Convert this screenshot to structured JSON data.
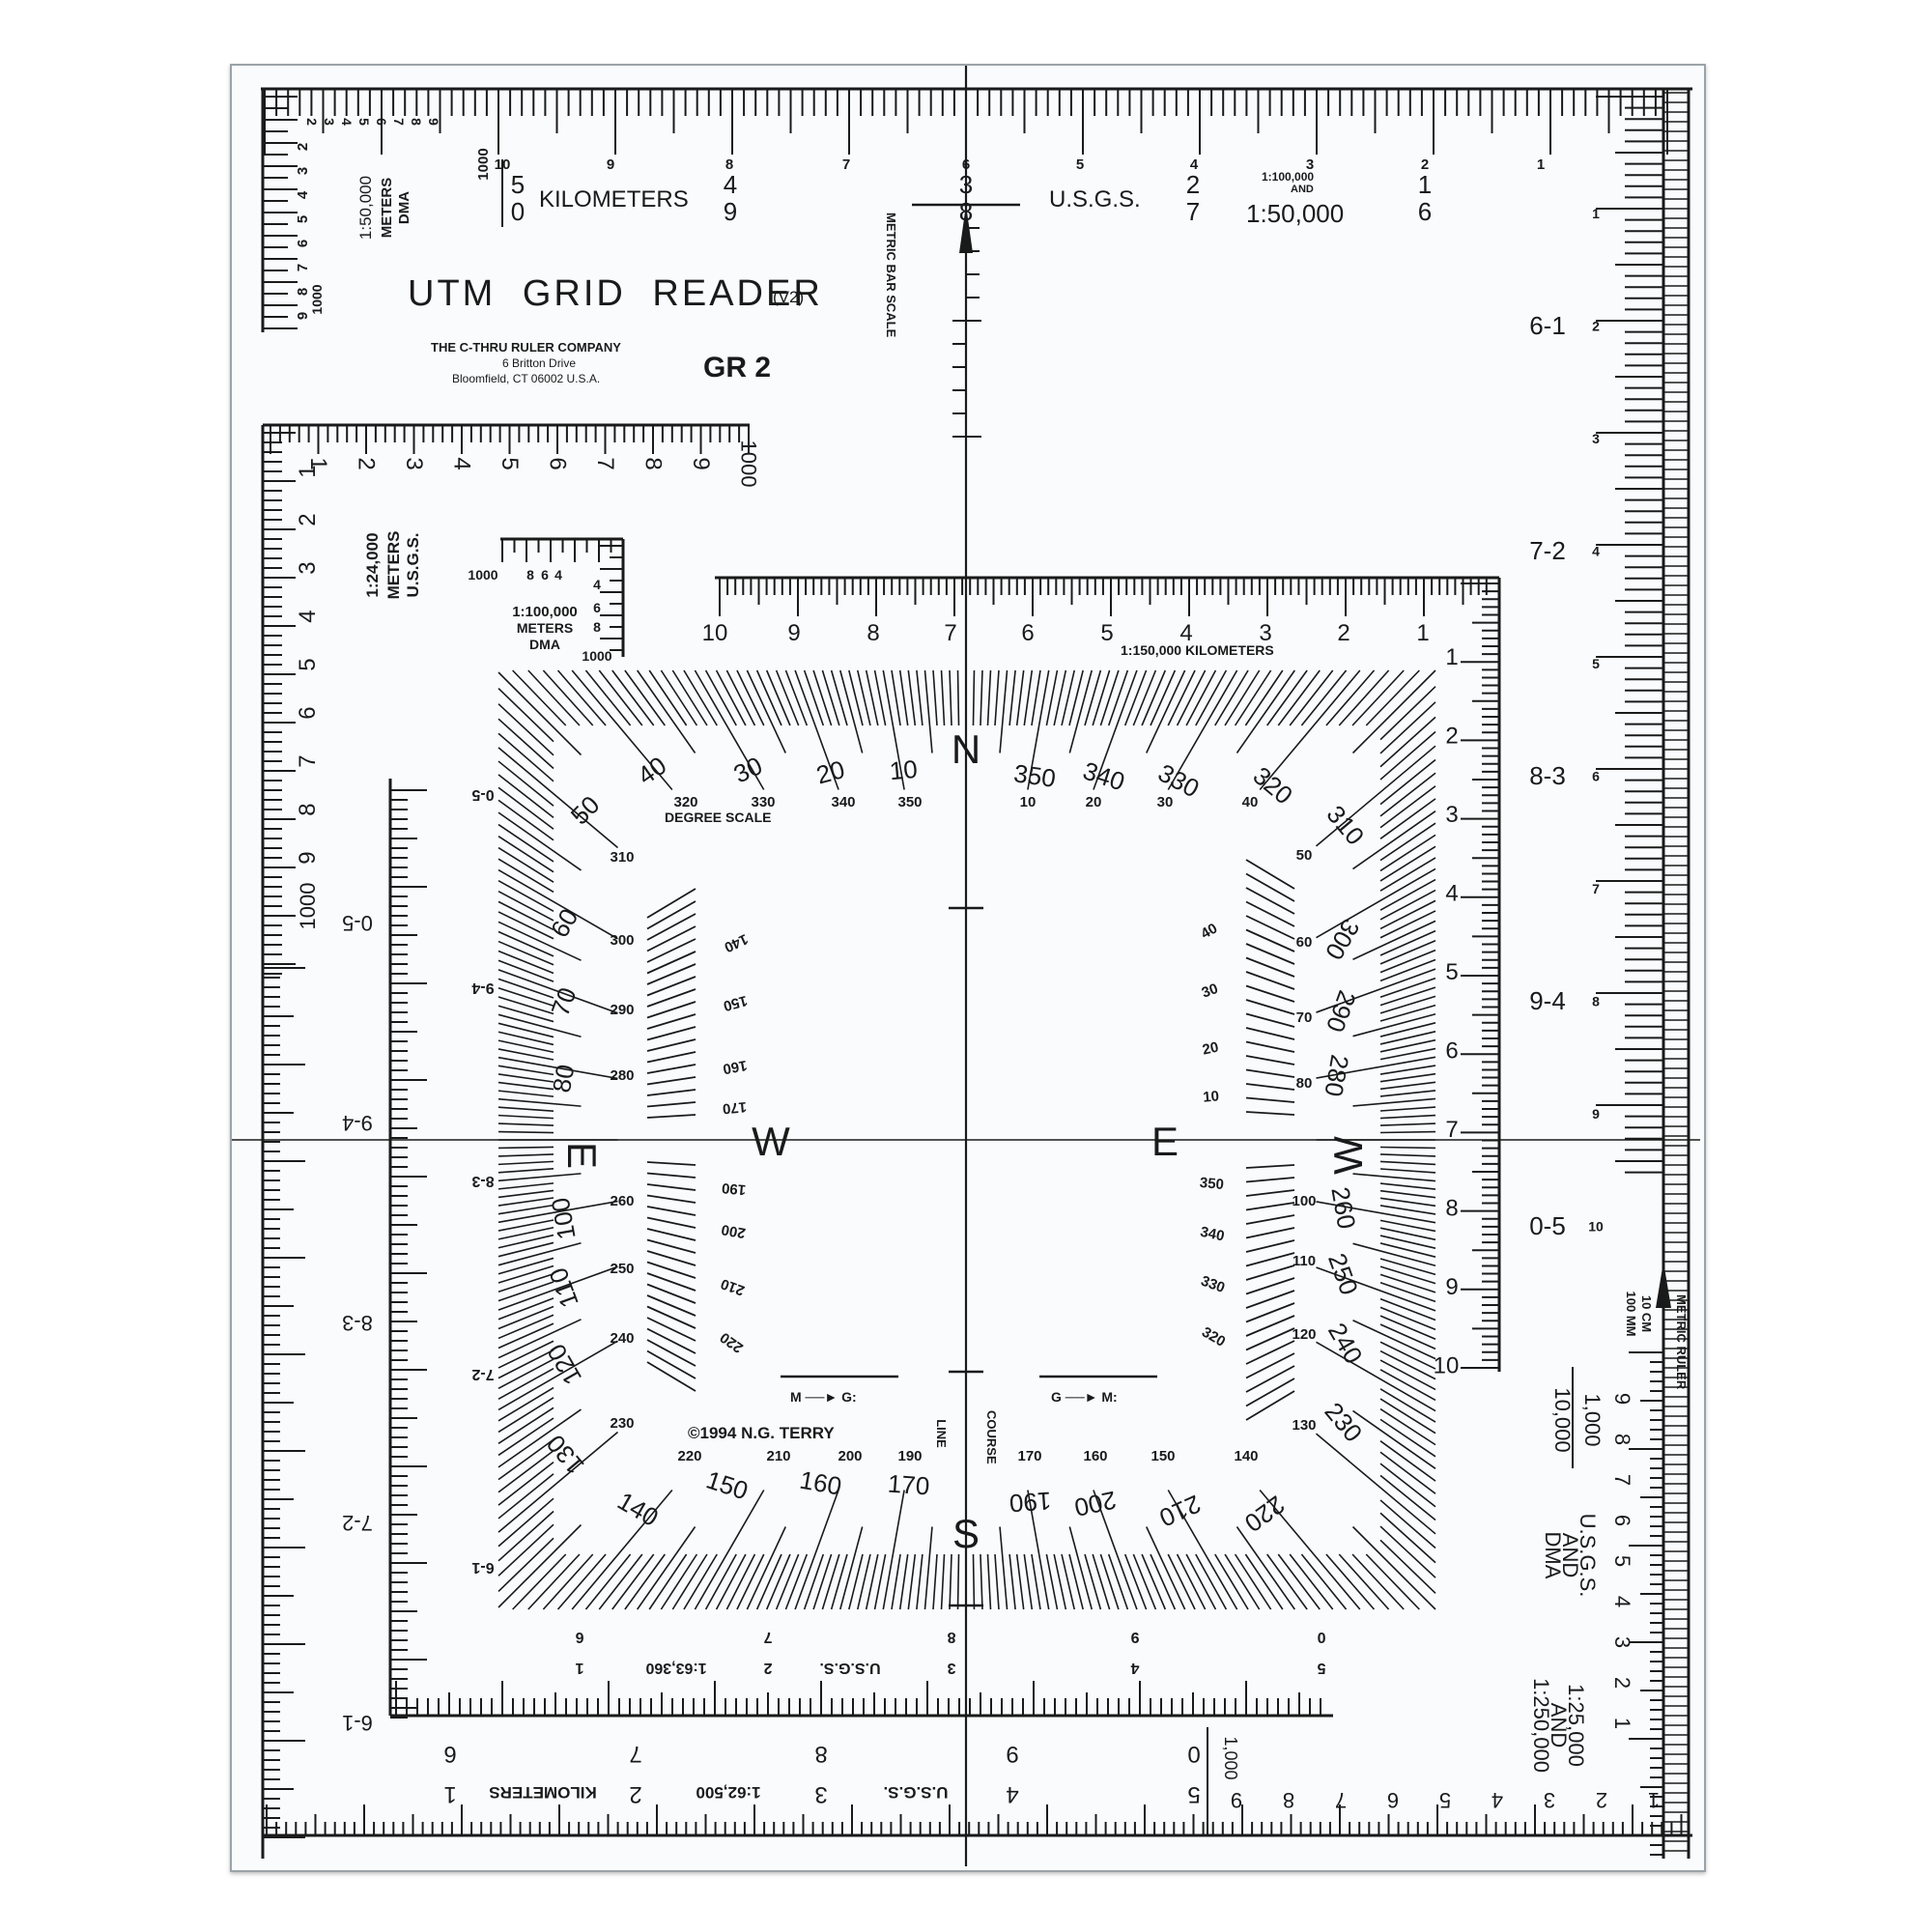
{
  "product": {
    "title": "UTM GRID READER",
    "version": "(V2)",
    "model": "GR 2",
    "manufacturer": "THE C-THRU RULER COMPANY",
    "address_line1": "6 Britton Drive",
    "address_line2": "Bloomfield, CT 06002 U.S.A.",
    "copyright": "©1994 N.G. TERRY"
  },
  "top_scale": {
    "unit_label": "KILOMETERS",
    "agency_label": "U.S.G.S.",
    "scale_label_small": "1:100,000",
    "scale_and": "AND",
    "scale_label_large": "1:50,000",
    "km_row1": [
      "10",
      "9",
      "8",
      "7",
      "6",
      "5",
      "4",
      "3",
      "2",
      "1"
    ],
    "row_a": [
      "5",
      "4",
      "3",
      "2",
      "1"
    ],
    "row_b": [
      "0",
      "9",
      "8",
      "7",
      "6"
    ]
  },
  "corner_scale_top_left": {
    "scale": "1:50,000",
    "unit": "METERS",
    "agency": "DMA",
    "ticks_h": [
      "2",
      "3",
      "4",
      "5",
      "6",
      "7",
      "8",
      "9"
    ],
    "ticks_v": [
      "2",
      "3",
      "4",
      "5",
      "6",
      "7",
      "8",
      "9"
    ],
    "end_label": "1000"
  },
  "metric_bar_scale": {
    "label": "METRIC BAR SCALE"
  },
  "meters_24k": {
    "scale": "1:24,000",
    "unit": "METERS",
    "agency": "U.S.G.S.",
    "ticks_h": [
      "1",
      "2",
      "3",
      "4",
      "5",
      "6",
      "7",
      "8",
      "9",
      "1000"
    ],
    "ticks_v": [
      "1",
      "2",
      "3",
      "4",
      "5",
      "6",
      "7",
      "8",
      "9",
      "1000"
    ]
  },
  "meters_100k": {
    "scale": "1:100,000",
    "unit": "METERS",
    "agency": "DMA",
    "ticks_h": [
      "1000",
      "8",
      "6",
      "4"
    ],
    "ticks_v": [
      "4",
      "6",
      "8",
      "1000"
    ]
  },
  "km_150k": {
    "label": "1:150,000 KILOMETERS",
    "ticks_h": [
      "10",
      "9",
      "8",
      "7",
      "6",
      "5",
      "4",
      "3",
      "2",
      "1"
    ],
    "ticks_v": [
      "1",
      "2",
      "3",
      "4",
      "5",
      "6",
      "7",
      "8",
      "9",
      "10"
    ]
  },
  "protractor": {
    "cardinals": {
      "north": "N",
      "south": "S",
      "east_left": "E",
      "west_left": "W",
      "east_right": "E",
      "west_right": "W"
    },
    "degree_scale_label": "DEGREE SCALE",
    "top_outer_left": [
      "50",
      "40",
      "30",
      "20",
      "10"
    ],
    "top_outer_right": [
      "350",
      "340",
      "330",
      "320",
      "310"
    ],
    "top_inner_left": [
      "320",
      "330",
      "340",
      "350"
    ],
    "top_inner_right": [
      "10",
      "20",
      "30",
      "40"
    ],
    "left_outer": [
      "60",
      "70",
      "80",
      "100",
      "110",
      "120",
      "130"
    ],
    "left_inner": [
      "310",
      "300",
      "290",
      "280",
      "260",
      "250",
      "240",
      "230"
    ],
    "left_back": [
      "140",
      "150",
      "160",
      "170",
      "190",
      "200",
      "210",
      "220"
    ],
    "right_outer": [
      "300",
      "290",
      "280",
      "260",
      "250",
      "240",
      "230"
    ],
    "right_inner": [
      "50",
      "60",
      "70",
      "80",
      "100",
      "110",
      "120",
      "130"
    ],
    "right_back": [
      "40",
      "30",
      "20",
      "10",
      "350",
      "340",
      "330",
      "320"
    ],
    "bottom_outer_left": [
      "140",
      "150",
      "160",
      "170"
    ],
    "bottom_outer_right": [
      "190",
      "200",
      "210",
      "220"
    ],
    "bottom_inner_left": [
      "220",
      "210",
      "200",
      "190"
    ],
    "bottom_inner_right": [
      "170",
      "160",
      "150",
      "140"
    ],
    "course_line_left": "LINE",
    "course_line_right": "COURSE",
    "mag_to_grid": "M ──► G:",
    "grid_to_mag": "G ──► M:"
  },
  "left_rulers": {
    "outer_labels": [
      "0-5",
      "9-4",
      "8-3",
      "7-2",
      "6-1"
    ],
    "inner_labels": [
      "0-5",
      "9-4",
      "8-3",
      "7-2",
      "6-1"
    ],
    "outer_end": "1000"
  },
  "right_ruler": {
    "pair_labels": [
      "6-1",
      "7-2",
      "8-3",
      "9-4",
      "0-5"
    ],
    "number_labels": [
      "1",
      "2",
      "3",
      "4",
      "5",
      "6",
      "7",
      "8",
      "9",
      "10"
    ],
    "metric_ruler_label": "METRIC RULER",
    "metric_cm": "10 CM",
    "metric_mm": "100 MM",
    "fraction_top": "1,000",
    "fraction_bottom": "10,000",
    "scale_agency": "U.S.G.S.",
    "scale_and": "AND",
    "scale_dma": "DMA",
    "scale_25k": "1:25,000",
    "scale_250k": "1:250,000",
    "bottom_ticks": [
      "9",
      "8",
      "7",
      "6",
      "5",
      "4",
      "3",
      "2",
      "1"
    ]
  },
  "bottom_scale_63k": {
    "scale_label": "1:63,360",
    "agency": "U.S.G.S.",
    "row_a": [
      "1",
      "2",
      "3",
      "4",
      "5"
    ],
    "row_b": [
      "6",
      "7",
      "8",
      "9",
      "0"
    ]
  },
  "bottom_scale_62k": {
    "scale_label": "1:62,500",
    "agency": "U.S.G.S.",
    "unit": "KILOMETERS",
    "row_a": [
      "1",
      "2",
      "3",
      "4",
      "5"
    ],
    "row_b": [
      "6",
      "7",
      "8",
      "9",
      "0"
    ],
    "end_label": "1,000"
  },
  "colors": {
    "ink": "#1a1a1a",
    "card": "#f9fbfc",
    "edge": "#9aa3a8"
  }
}
